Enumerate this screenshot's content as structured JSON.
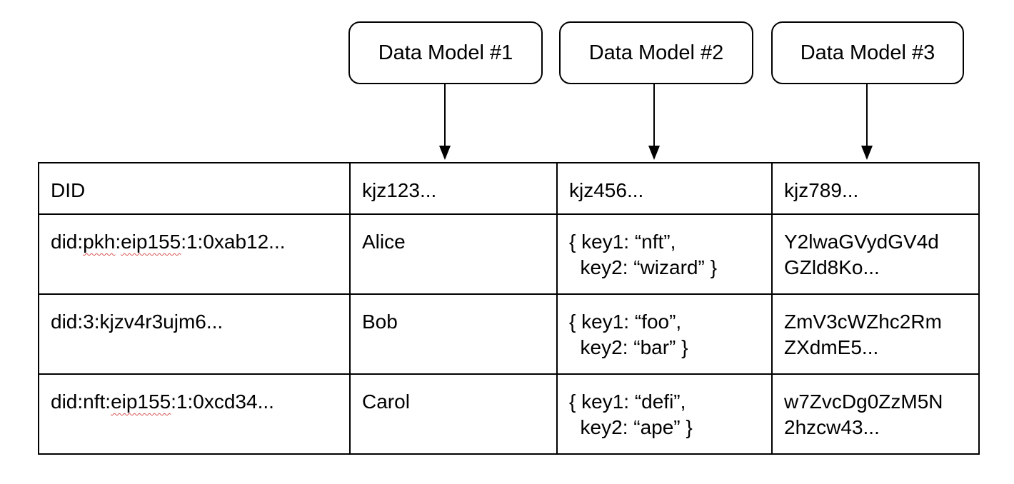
{
  "models": [
    {
      "label": "Data Model #1"
    },
    {
      "label": "Data Model #2"
    },
    {
      "label": "Data Model #3"
    }
  ],
  "table": {
    "header": [
      "DID",
      "kjz123...",
      "kjz456...",
      "kjz789..."
    ],
    "rows": [
      {
        "did_prefix": "did:",
        "did_method": "pkh",
        "did_sep": ":",
        "did_chain": "eip155",
        "did_rest": ":1:0xab12...",
        "name": "Alice",
        "json_line1": "{ key1: “nft”,",
        "json_line2": "  key2: “wizard” }",
        "encoded_line1": "Y2lwaGVydGV4d",
        "encoded_line2": "GZld8Ko..."
      },
      {
        "did_full": "did:3:kjzv4r3ujm6...",
        "name": "Bob",
        "json_line1": "{ key1: “foo”,",
        "json_line2": "  key2: “bar” }",
        "encoded_line1": "ZmV3cWZhc2Rm",
        "encoded_line2": "ZXdmE5..."
      },
      {
        "did_prefix": "did:nft:",
        "did_chain": "eip155",
        "did_rest": ":1:0xcd34...",
        "name": "Carol",
        "json_line1": "{ key1: “defi”,",
        "json_line2": "  key2: “ape” }",
        "encoded_line1": "w7ZvcDg0ZzM5N",
        "encoded_line2": "2hzcw43..."
      }
    ]
  }
}
